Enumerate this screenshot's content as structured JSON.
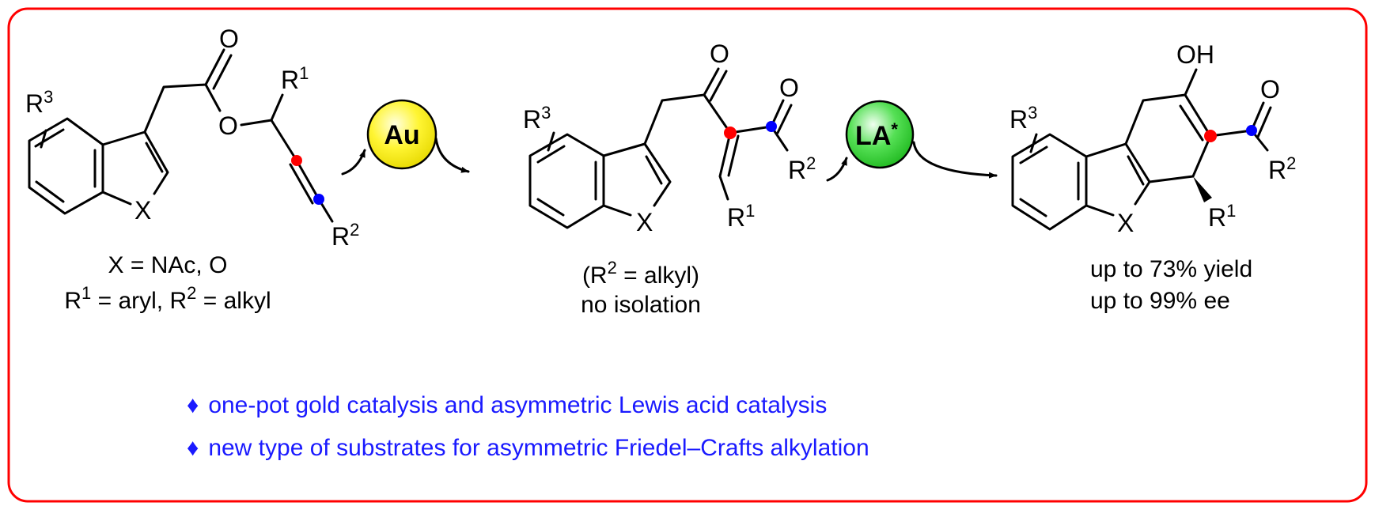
{
  "frame_color": "#ff0000",
  "highlight_colors": {
    "red_dot": "#ff0000",
    "blue_dot": "#0000ff",
    "gold_catalyst": "#f5f000",
    "lewis_acid_catalyst": "#22cc22",
    "bullet_text": "#1a1aff"
  },
  "substrate": {
    "labels": {
      "O_carbonyl": "O",
      "O_ester": "O",
      "R1": "R",
      "R1_sup": "1",
      "R2": "R",
      "R2_sup": "2",
      "R3": "R",
      "R3_sup": "3",
      "X": "X"
    },
    "caption_line1": "X = NAc, O",
    "caption_line2": {
      "a": "R",
      "a_sup": "1",
      "b": " = aryl, R",
      "b_sup": "2",
      "c": " = alkyl"
    }
  },
  "catalyst1": {
    "label": "Au"
  },
  "intermediate": {
    "labels": {
      "O1": "O",
      "O2": "O",
      "R1": "R",
      "R1_sup": "1",
      "R2": "R",
      "R2_sup": "2",
      "R3": "R",
      "R3_sup": "3",
      "X": "X"
    },
    "caption_line1": {
      "a": "(R",
      "a_sup": "2",
      "b": " = alkyl)"
    },
    "caption_line2": "no isolation"
  },
  "catalyst2": {
    "label": "LA",
    "sup": "*"
  },
  "product": {
    "labels": {
      "OH": "OH",
      "O": "O",
      "R1": "R",
      "R1_sup": "1",
      "R2": "R",
      "R2_sup": "2",
      "R3": "R",
      "R3_sup": "3",
      "X": "X"
    },
    "caption_line1": "up to 73% yield",
    "caption_line2": "up to 99% ee"
  },
  "bullets": [
    {
      "marker": "♦",
      "text": "one-pot gold catalysis and asymmetric Lewis acid catalysis"
    },
    {
      "marker": "♦",
      "text": "new type of substrates for asymmetric Friedel–Crafts alkylation"
    }
  ]
}
